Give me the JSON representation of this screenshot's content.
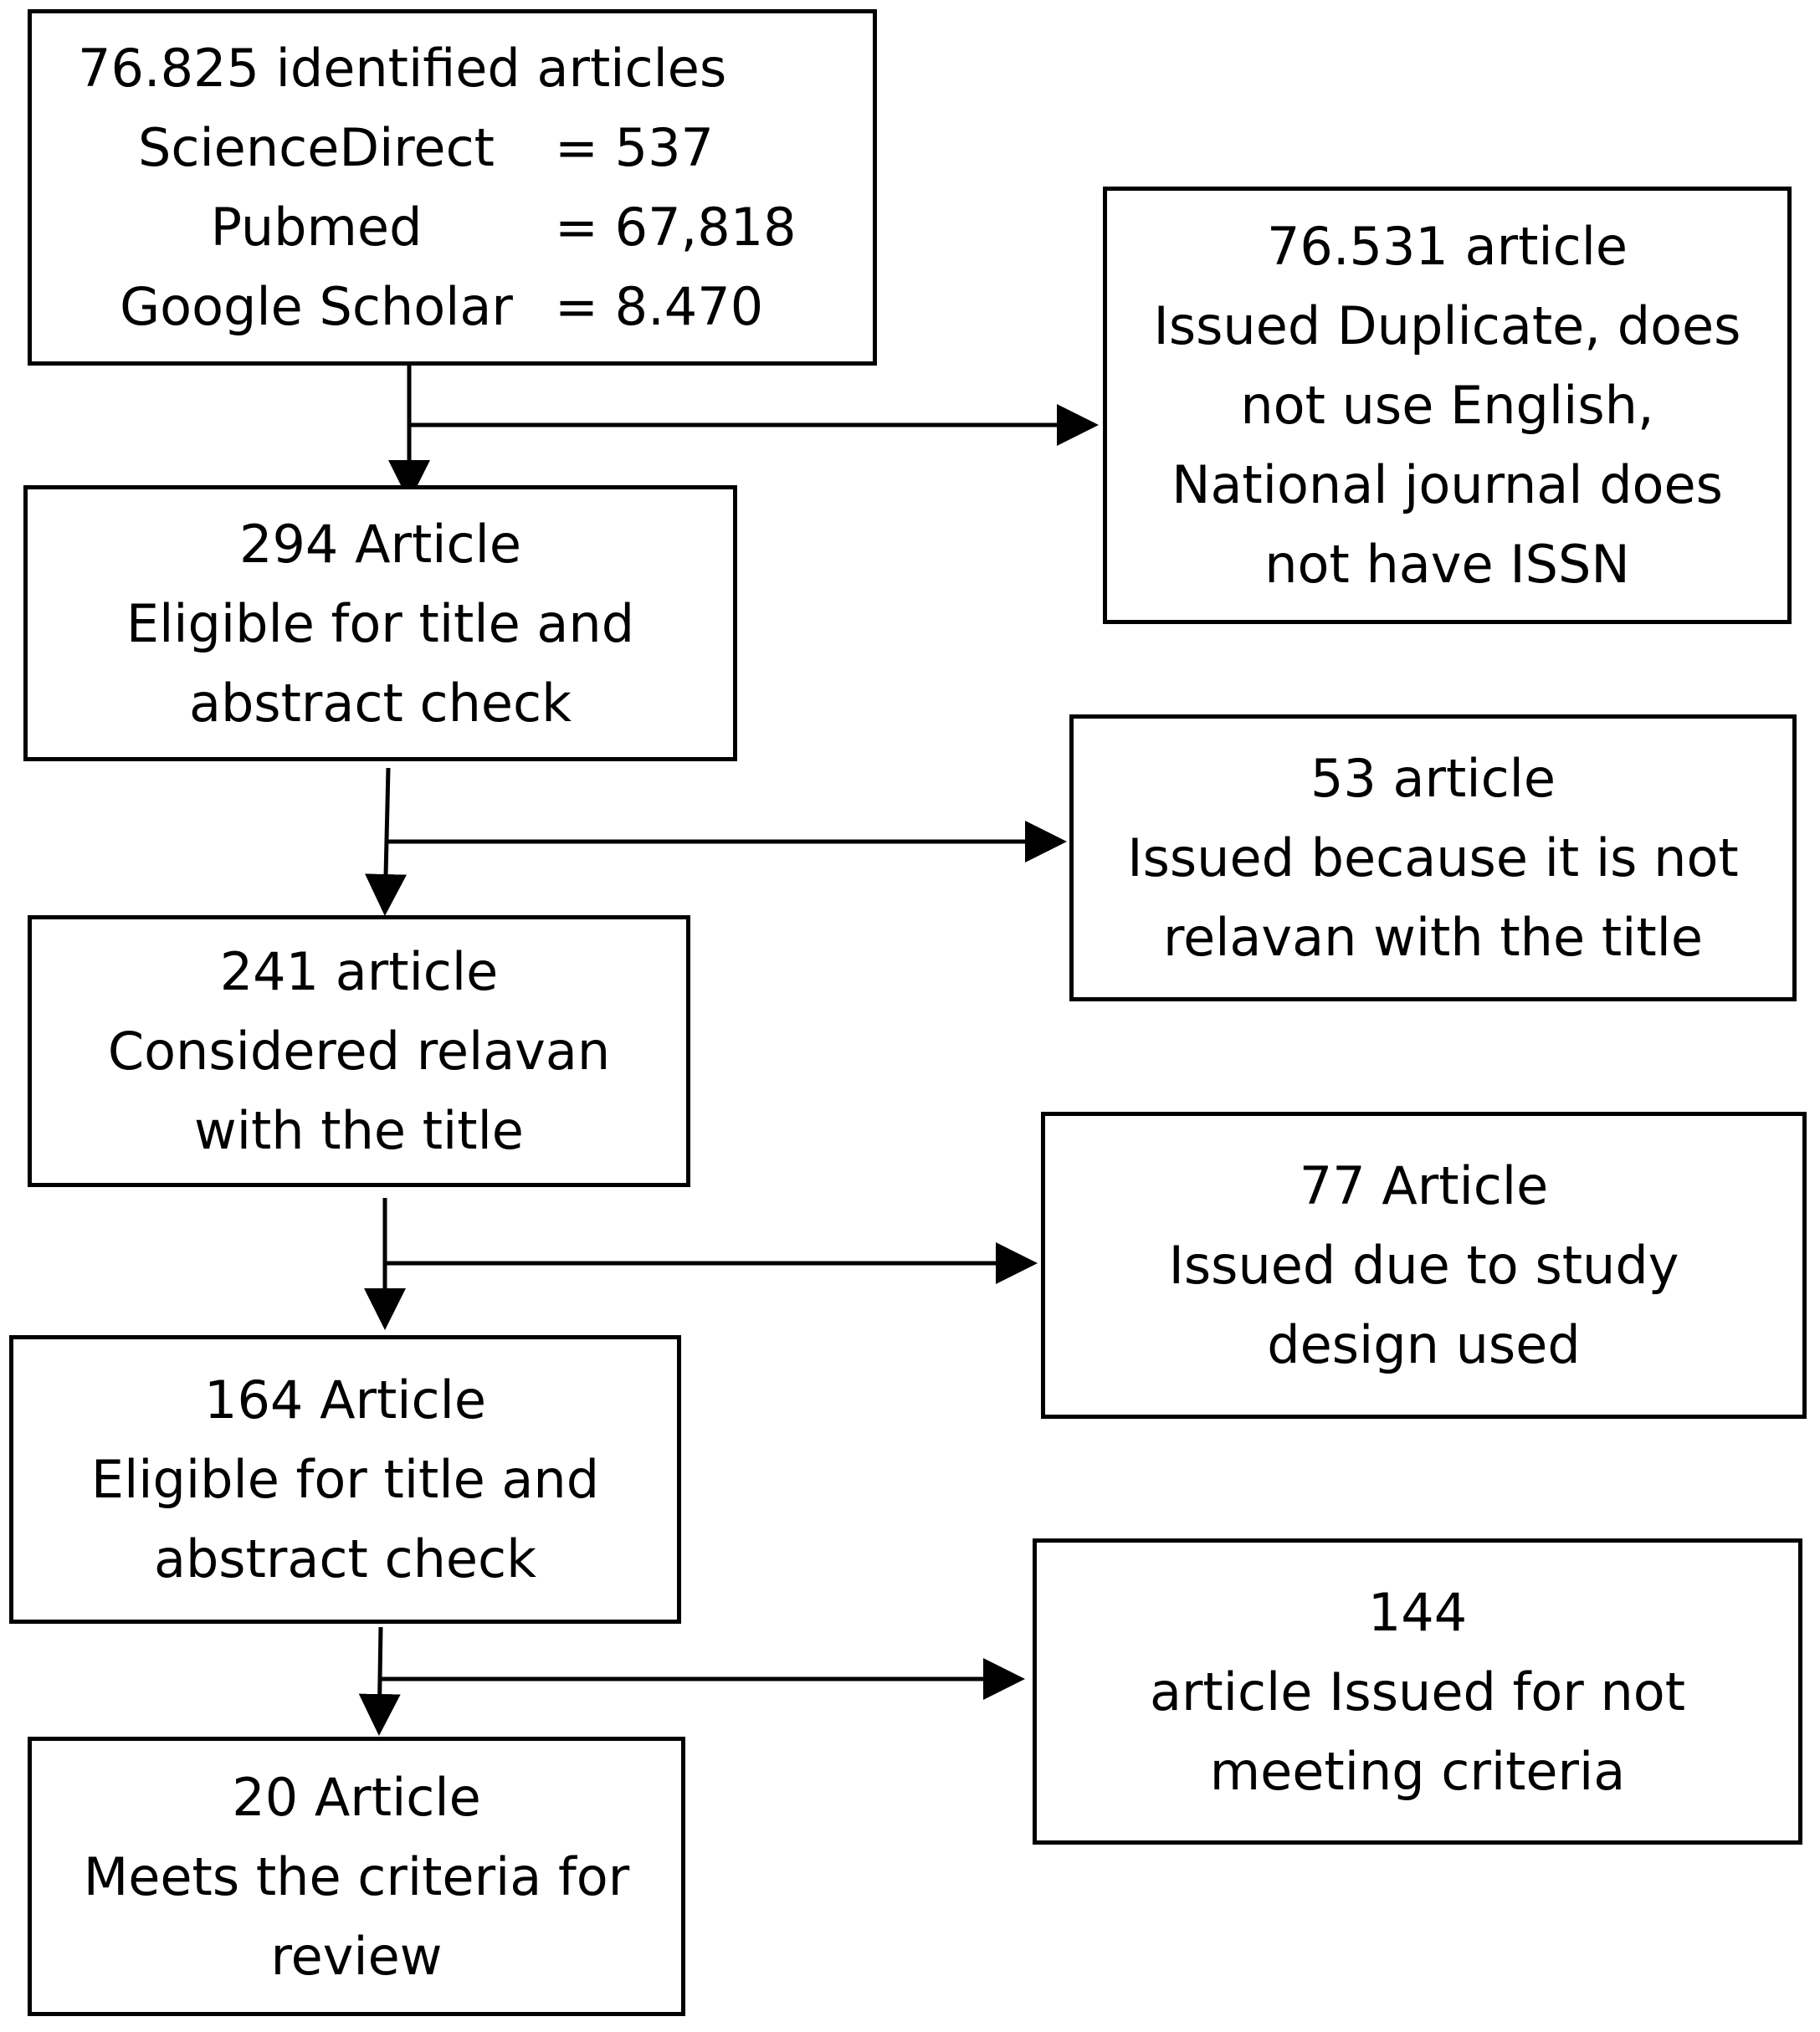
{
  "sources_box": {
    "title": "76.825 identified articles",
    "rows": [
      {
        "name": "ScienceDirect",
        "value": "= 537"
      },
      {
        "name": "Pubmed",
        "value": "= 67,818"
      },
      {
        "name": "Google Scholar",
        "value": "= 8.470"
      }
    ]
  },
  "main_boxes": [
    {
      "lines": [
        "294 Article",
        "Eligible for title and",
        "abstract check"
      ]
    },
    {
      "lines": [
        "241 article",
        "Considered relavan",
        "with the title"
      ]
    },
    {
      "lines": [
        "164 Article",
        "Eligible for title and",
        "abstract check"
      ]
    },
    {
      "lines": [
        "20 Article",
        "Meets the criteria for",
        "review"
      ]
    }
  ],
  "excluded_boxes": [
    {
      "lines": [
        "76.531 article",
        "Issued Duplicate, does",
        "not use English,",
        "National journal does",
        "not have ISSN"
      ]
    },
    {
      "lines": [
        "53 article",
        "Issued because it is not",
        "relavan with the title"
      ]
    },
    {
      "lines": [
        "77 Article",
        "Issued due to study",
        "design used"
      ]
    },
    {
      "lines": [
        "144",
        "article Issued for not",
        "meeting criteria"
      ]
    }
  ]
}
